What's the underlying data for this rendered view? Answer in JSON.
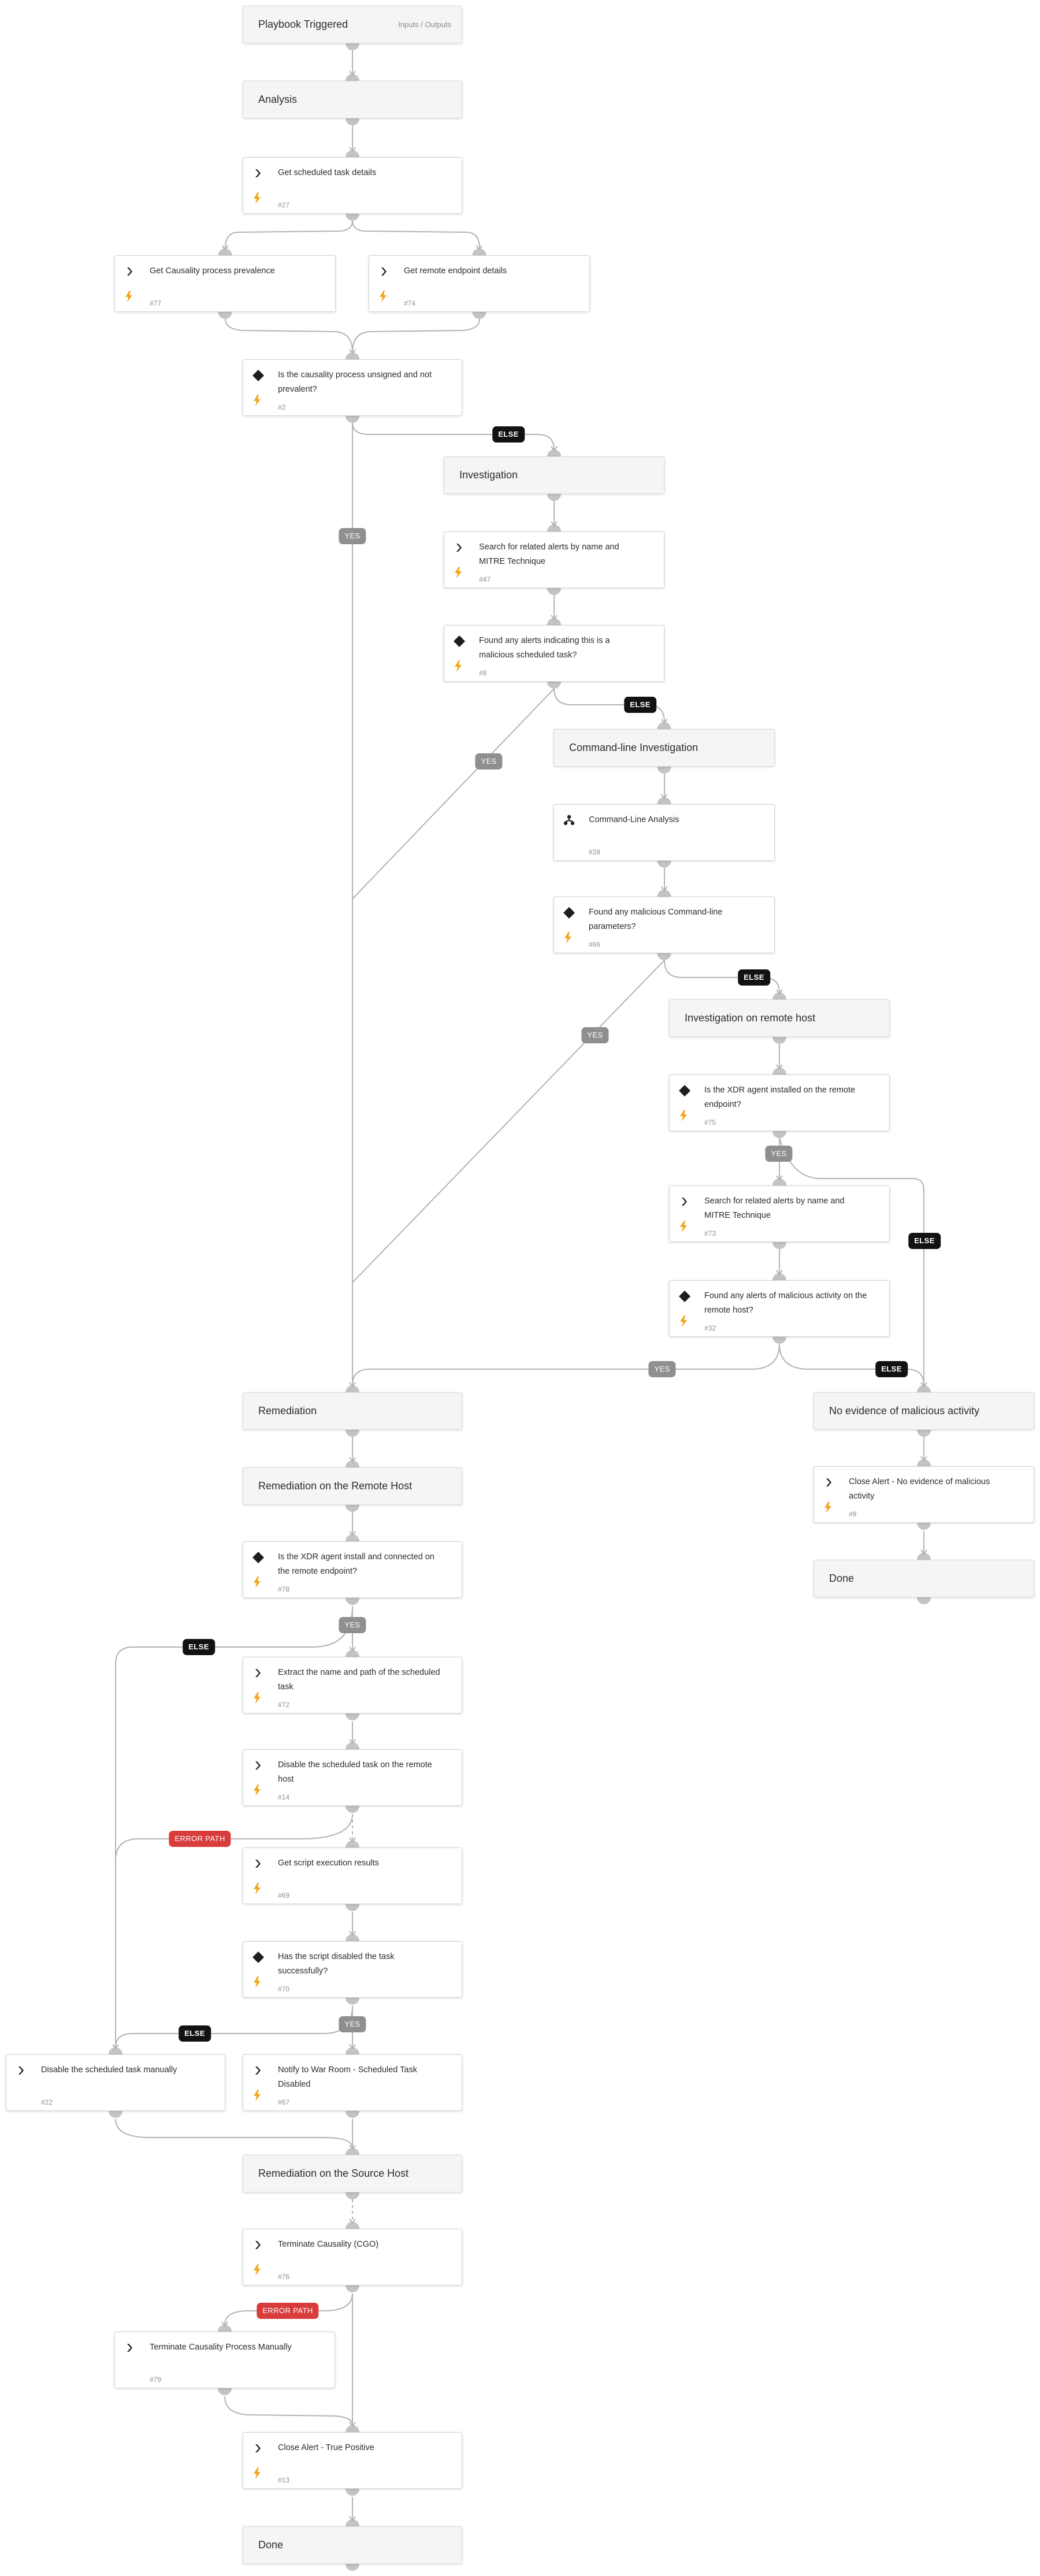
{
  "nodes": [
    {
      "key": "start",
      "kind": "section",
      "title": "Playbook Triggered",
      "io": "Inputs / Outputs"
    },
    {
      "key": "analysis",
      "kind": "section",
      "title": "Analysis"
    },
    {
      "key": "t27",
      "kind": "task",
      "icon": "chevron",
      "label": "Get scheduled task details",
      "id": "#27"
    },
    {
      "key": "t77",
      "kind": "task",
      "icon": "chevron",
      "label": "Get Causality process prevalence",
      "id": "#77"
    },
    {
      "key": "t74",
      "kind": "task",
      "icon": "chevron",
      "label": "Get remote endpoint details",
      "id": "#74"
    },
    {
      "key": "t2",
      "kind": "task",
      "icon": "diamond",
      "label": "Is the causality process unsigned and not prevalent?",
      "id": "#2"
    },
    {
      "key": "investigation",
      "kind": "section",
      "title": "Investigation"
    },
    {
      "key": "t47",
      "kind": "task",
      "icon": "chevron",
      "label": "Search for related alerts by name and MITRE Technique",
      "id": "#47"
    },
    {
      "key": "t8",
      "kind": "task",
      "icon": "diamond",
      "label": "Found any alerts indicating this is a malicious scheduled task?",
      "id": "#8"
    },
    {
      "key": "cmdinv",
      "kind": "section",
      "title": "Command-line Investigation"
    },
    {
      "key": "t28",
      "kind": "task",
      "icon": "subplaybook",
      "label": "Command-Line Analysis",
      "id": "#28",
      "nobolt": true
    },
    {
      "key": "t66",
      "kind": "task",
      "icon": "diamond",
      "label": "Found any malicious Command-line parameters?",
      "id": "#66"
    },
    {
      "key": "invremote",
      "kind": "section",
      "title": "Investigation on remote host"
    },
    {
      "key": "t75",
      "kind": "task",
      "icon": "diamond",
      "label": "Is the XDR agent installed on the remote endpoint?",
      "id": "#75"
    },
    {
      "key": "t73",
      "kind": "task",
      "icon": "chevron",
      "label": "Search for related alerts by name and MITRE Technique",
      "id": "#73"
    },
    {
      "key": "t32",
      "kind": "task",
      "icon": "diamond",
      "label": "Found any alerts of malicious activity on the remote host?",
      "id": "#32"
    },
    {
      "key": "remediation",
      "kind": "section",
      "title": "Remediation"
    },
    {
      "key": "noevidence",
      "kind": "section",
      "title": "No evidence of malicious activity"
    },
    {
      "key": "t9",
      "kind": "task",
      "icon": "chevron",
      "label": "Close Alert - No evidence of malicious activity",
      "id": "#9"
    },
    {
      "key": "done1",
      "kind": "section",
      "title": "Done"
    },
    {
      "key": "remremote",
      "kind": "section",
      "title": "Remediation on the Remote Host"
    },
    {
      "key": "t78",
      "kind": "task",
      "icon": "diamond",
      "label": "Is the XDR agent install and connected on the remote endpoint?",
      "id": "#78"
    },
    {
      "key": "t72",
      "kind": "task",
      "icon": "chevron",
      "label": "Extract the name and path of the scheduled task",
      "id": "#72"
    },
    {
      "key": "t14",
      "kind": "task",
      "icon": "chevron",
      "label": "Disable the scheduled task on the remote host",
      "id": "#14"
    },
    {
      "key": "t69",
      "kind": "task",
      "icon": "chevron",
      "label": "Get script execution results",
      "id": "#69"
    },
    {
      "key": "t70",
      "kind": "task",
      "icon": "diamond",
      "label": "Has the script disabled the task successfully?",
      "id": "#70"
    },
    {
      "key": "t22",
      "kind": "task",
      "icon": "chevron",
      "label": "Disable the scheduled task manually",
      "id": "#22",
      "nobolt": true
    },
    {
      "key": "t67",
      "kind": "task",
      "icon": "chevron",
      "label": "Notify to War Room - Scheduled Task Disabled",
      "id": "#67"
    },
    {
      "key": "remsource",
      "kind": "section",
      "title": "Remediation on the Source Host"
    },
    {
      "key": "t76",
      "kind": "task",
      "icon": "chevron",
      "label": "Terminate Causality (CGO)",
      "id": "#76"
    },
    {
      "key": "t79",
      "kind": "task",
      "icon": "chevron",
      "label": "Terminate Causality Process Manually",
      "id": "#79",
      "nobolt": true
    },
    {
      "key": "t13",
      "kind": "task",
      "icon": "chevron",
      "label": "Close Alert - True Positive",
      "id": "#13"
    },
    {
      "key": "done2",
      "kind": "section",
      "title": "Done"
    }
  ],
  "badges": [
    {
      "key": "b_else_1",
      "type": "else",
      "text": "ELSE"
    },
    {
      "key": "b_yes_1",
      "type": "yes",
      "text": "YES"
    },
    {
      "key": "b_else_2",
      "type": "else",
      "text": "ELSE"
    },
    {
      "key": "b_yes_2",
      "type": "yes",
      "text": "YES"
    },
    {
      "key": "b_else_3",
      "type": "else",
      "text": "ELSE"
    },
    {
      "key": "b_yes_3",
      "type": "yes",
      "text": "YES"
    },
    {
      "key": "b_yes_4",
      "type": "yes",
      "text": "YES"
    },
    {
      "key": "b_else_4",
      "type": "else",
      "text": "ELSE"
    },
    {
      "key": "b_yes_5",
      "type": "yes",
      "text": "YES"
    },
    {
      "key": "b_else_5",
      "type": "else",
      "text": "ELSE"
    },
    {
      "key": "b_else_6",
      "type": "else",
      "text": "ELSE"
    },
    {
      "key": "b_yes_6",
      "type": "yes",
      "text": "YES"
    },
    {
      "key": "b_err_1",
      "type": "err",
      "text": "ERROR PATH"
    },
    {
      "key": "b_else_7",
      "type": "else",
      "text": "ELSE"
    },
    {
      "key": "b_yes_7",
      "type": "yes",
      "text": "YES"
    },
    {
      "key": "b_err_2",
      "type": "err",
      "text": "ERROR PATH"
    }
  ],
  "colors": {
    "edge": "#b3b3b3",
    "connector": "#c4c4c4",
    "bolt": "#f3a51a",
    "icon": "#1e1e1e",
    "else": "#121212",
    "yes": "#8f8f8f",
    "error": "#d83c3c"
  }
}
